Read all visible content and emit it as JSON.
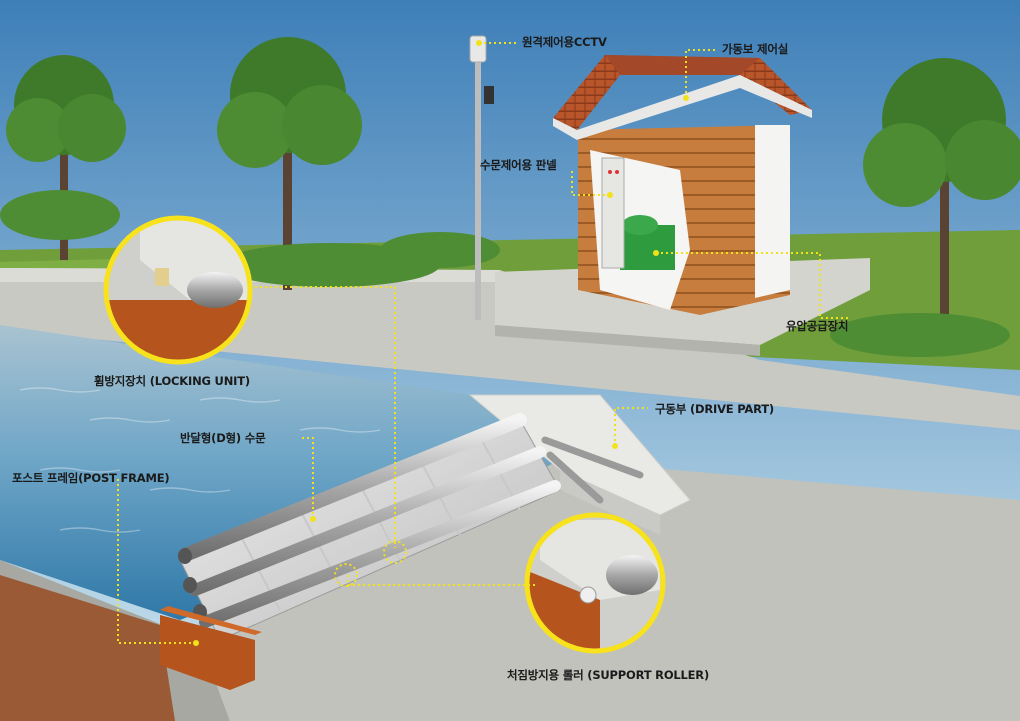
{
  "labels": {
    "cctv": "원격제어용CCTV",
    "control_room": "가동보 제어실",
    "water_panel": "수문제어용 판넬",
    "hydraulic_unit": "유압공급장치",
    "locking_unit": "휨방지장치 (LOCKING UNIT)",
    "drive_part": "구동부 (DRIVE PART)",
    "d_gate": "반달형(D형) 수문",
    "post_frame": "포스트 프레임(POST FRAME)",
    "support_roller": "처짐방지용 롤러 (SUPPORT ROLLER)"
  },
  "colors": {
    "callout_line": "#f2e21a",
    "callout_dot": "#f2e21a",
    "zoom_ring": "#f7e21b",
    "steel_frame": "#b5541c",
    "roof": "#b5542a",
    "wall_wood": "#c9803f",
    "water": "#4a8fb8",
    "concrete": "#c9c9c4",
    "grass": "#6f9e3a",
    "soil": "#9a5a36"
  },
  "icons": [
    "cctv-camera-icon",
    "tree-icon",
    "hydraulic-motor-icon"
  ]
}
